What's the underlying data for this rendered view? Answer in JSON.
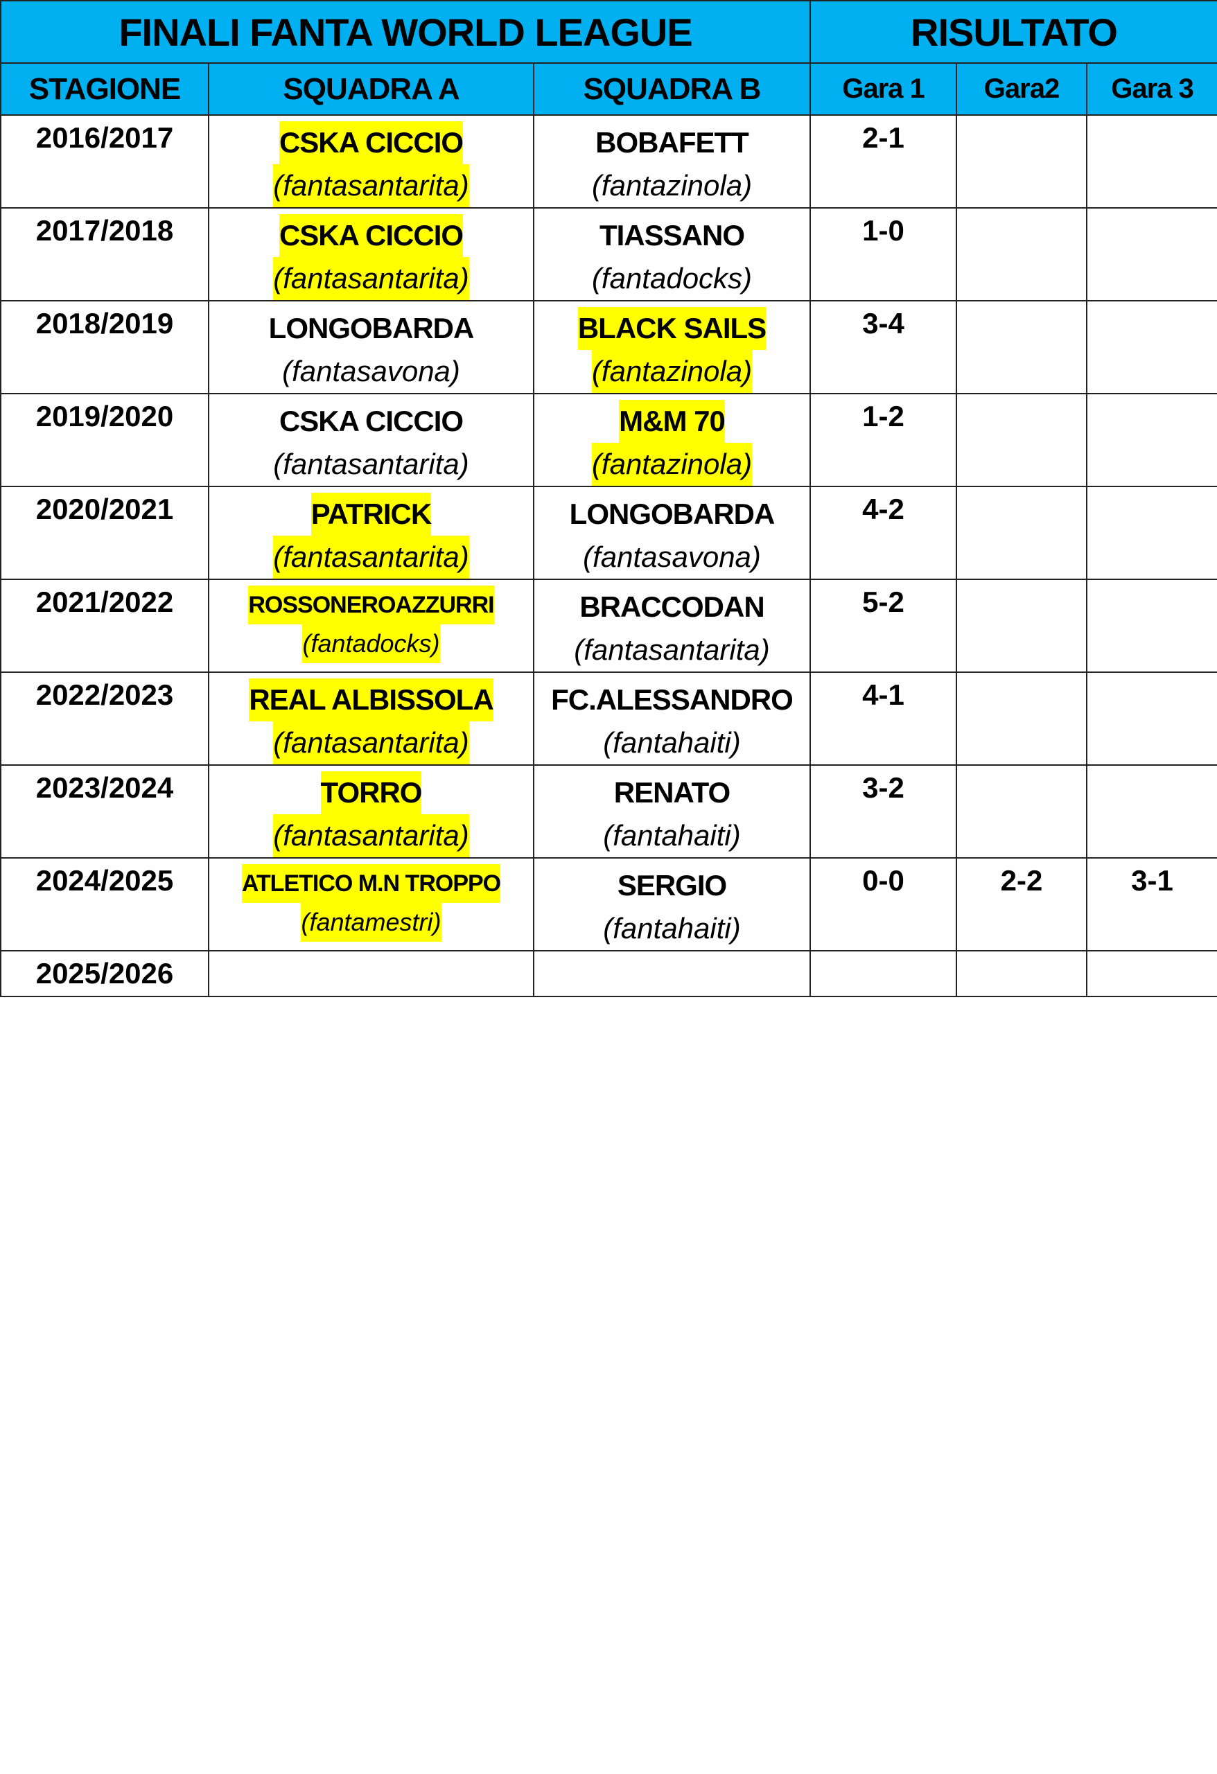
{
  "title": "FINALI FANTA WORLD LEAGUE",
  "result_title": "RISULTATO",
  "headers": {
    "season": "STAGIONE",
    "team_a": "SQUADRA A",
    "team_b": "SQUADRA B",
    "game1": "Gara 1",
    "game2": "Gara2",
    "game3": "Gara 3"
  },
  "highlight_color": "#ffff00",
  "header_color": "#00b0f0",
  "rows": [
    {
      "season": "2016/2017",
      "a_name": "CSKA CICCIO",
      "a_org": "(fantasantarita)",
      "b_name": "BOBAFETT",
      "b_org": "(fantazinola)",
      "g1": "2-1",
      "g2": "",
      "g3": "",
      "winner": "a"
    },
    {
      "season": "2017/2018",
      "a_name": "CSKA CICCIO",
      "a_org": "(fantasantarita)",
      "b_name": "TIASSANO",
      "b_org": "(fantadocks)",
      "g1": "1-0",
      "g2": "",
      "g3": "",
      "winner": "a"
    },
    {
      "season": "2018/2019",
      "a_name": "LONGOBARDA",
      "a_org": "(fantasavona)",
      "b_name": "BLACK SAILS",
      "b_org": "(fantazinola)",
      "g1": "3-4",
      "g2": "",
      "g3": "",
      "winner": "b"
    },
    {
      "season": "2019/2020",
      "a_name": "CSKA CICCIO",
      "a_org": "(fantasantarita)",
      "b_name": "M&M 70",
      "b_org": "(fantazinola)",
      "g1": "1-2",
      "g2": "",
      "g3": "",
      "winner": "b"
    },
    {
      "season": "2020/2021",
      "a_name": "PATRICK",
      "a_org": "(fantasantarita)",
      "b_name": "LONGOBARDA",
      "b_org": "(fantasavona)",
      "g1": "4-2",
      "g2": "",
      "g3": "",
      "winner": "a"
    },
    {
      "season": "2021/2022",
      "a_name": "ROSSONEROAZZURRI",
      "a_org": "(fantadocks)",
      "b_name": "BRACCODAN",
      "b_org": "(fantasantarita)",
      "g1": "5-2",
      "g2": "",
      "g3": "",
      "winner": "a",
      "small": "a"
    },
    {
      "season": "2022/2023",
      "a_name": "REAL ALBISSOLA",
      "a_org": "(fantasantarita)",
      "b_name": "FC.ALESSANDRO",
      "b_org": "(fantahaiti)",
      "g1": "4-1",
      "g2": "",
      "g3": "",
      "winner": "a"
    },
    {
      "season": "2023/2024",
      "a_name": "TORRO",
      "a_org": "(fantasantarita)",
      "b_name": "RENATO",
      "b_org": "(fantahaiti)",
      "g1": "3-2",
      "g2": "",
      "g3": "",
      "winner": "a"
    },
    {
      "season": "2024/2025",
      "a_name": "ATLETICO M.N TROPPO",
      "a_org": "(fantamestri)",
      "b_name": "SERGIO",
      "b_org": "(fantahaiti)",
      "g1": "0-0",
      "g2": "2-2",
      "g3": "3-1",
      "winner": "a",
      "small": "a"
    }
  ],
  "last_row": {
    "season": "2025/2026"
  }
}
